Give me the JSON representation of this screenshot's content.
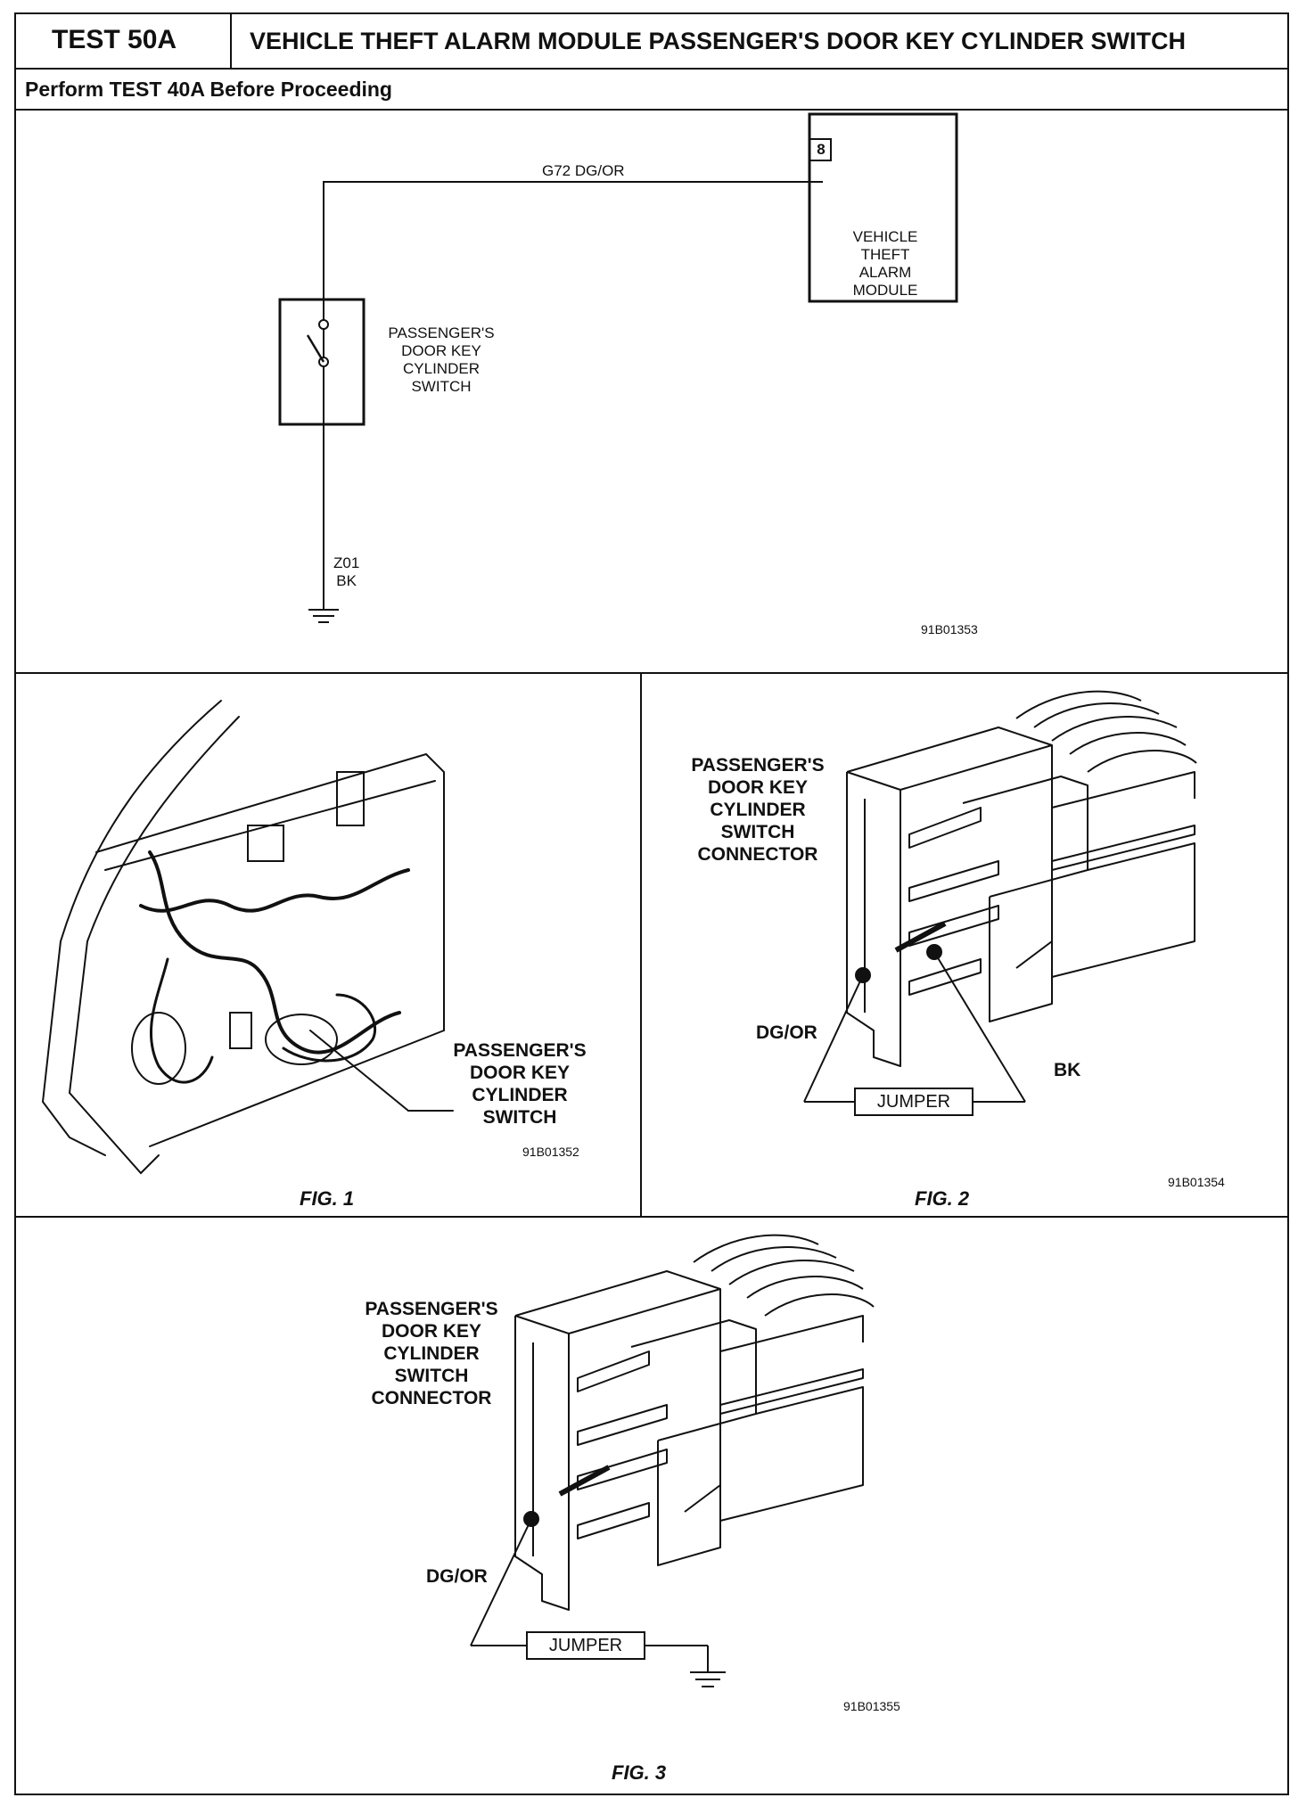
{
  "header": {
    "test_id": "TEST 50A",
    "title": "VEHICLE THEFT ALARM MODULE PASSENGER'S DOOR KEY CYLINDER SWITCH",
    "subtitle": "Perform TEST 40A Before Proceeding"
  },
  "schematic": {
    "wire_top": "G72 DG/OR",
    "pin": "8",
    "module_label": [
      "VEHICLE",
      "THEFT",
      "ALARM",
      "MODULE"
    ],
    "switch_label": [
      "PASSENGER'S",
      "DOOR KEY",
      "CYLINDER",
      "SWITCH"
    ],
    "wire_bottom": [
      "Z01",
      "BK"
    ],
    "ref": "91B01353"
  },
  "fig1": {
    "callout": [
      "PASSENGER'S",
      "DOOR KEY",
      "CYLINDER",
      "SWITCH"
    ],
    "ref": "91B01352",
    "caption": "FIG. 1"
  },
  "fig2": {
    "connector_label": [
      "PASSENGER'S",
      "DOOR KEY",
      "CYLINDER",
      "SWITCH",
      "CONNECTOR"
    ],
    "wire_left": "DG/OR",
    "wire_right": "BK",
    "jumper": "JUMPER",
    "ref": "91B01354",
    "caption": "FIG. 2"
  },
  "fig3": {
    "connector_label": [
      "PASSENGER'S",
      "DOOR KEY",
      "CYLINDER",
      "SWITCH",
      "CONNECTOR"
    ],
    "wire_left": "DG/OR",
    "jumper": "JUMPER",
    "ref": "91B01355",
    "caption": "FIG. 3"
  },
  "colors": {
    "ink": "#111111",
    "paper": "#ffffff"
  }
}
